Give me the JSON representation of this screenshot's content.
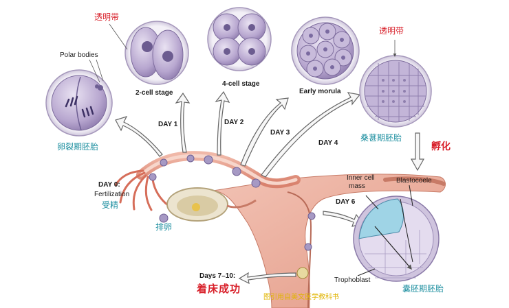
{
  "labels": {
    "zona_pellucida_left": "透明带",
    "zona_pellucida_right": "透明带",
    "polar_bodies": "Polar bodies",
    "two_cell": "2-cell stage",
    "four_cell": "4-cell stage",
    "early_morula": "Early morula",
    "cleavage_cn": "卵裂期胚胎",
    "morula_cn": "桑葚期胚胎",
    "hatching_cn": "孵化",
    "day1": "DAY 1",
    "day2": "DAY 2",
    "day3": "DAY 3",
    "day4": "DAY 4",
    "day0": "DAY 0:",
    "fertilization": "Fertilization",
    "fertilization_cn": "受精",
    "ovulation_cn": "排卵",
    "day6": "DAY 6",
    "inner_cell_mass_1": "Inner cell",
    "inner_cell_mass_2": "mass",
    "blastocoele": "Blastocoele",
    "trophoblast": "Trophoblast",
    "blastocyst_cn": "囊胚期胚胎",
    "days_7_10": "Days 7–10:",
    "implantation_cn": "着床成功",
    "source": "图引用自美文医学教科书"
  }
}
